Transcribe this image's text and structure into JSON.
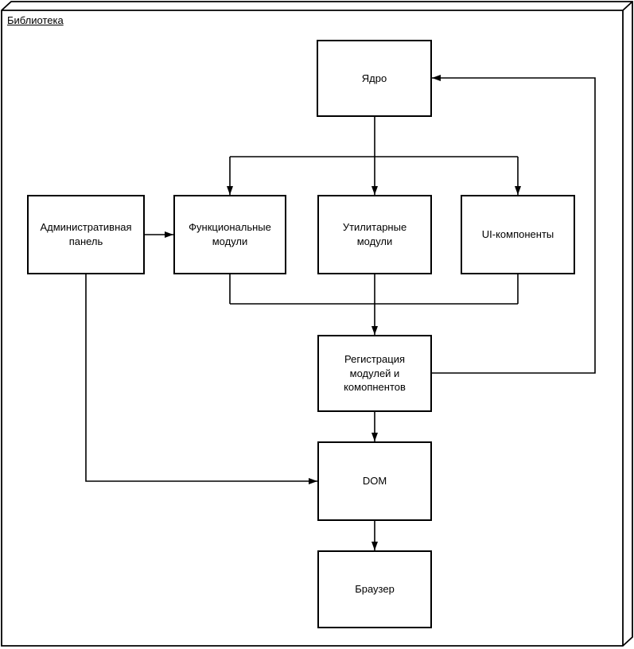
{
  "diagram": {
    "container_label": "Библиотека",
    "nodes": {
      "core": {
        "label": "Ядро"
      },
      "admin_panel": {
        "label": "Административная панель"
      },
      "functional_modules": {
        "label": "Функциональные модули"
      },
      "utility_modules": {
        "label": "Утилитарные модули"
      },
      "ui_components": {
        "label": "UI-компоненты"
      },
      "registration": {
        "label": "Регистрация модулей и комопнентов"
      },
      "dom": {
        "label": "DOM"
      },
      "browser": {
        "label": "Браузер"
      }
    },
    "edges": [
      {
        "from": "core",
        "to": "functional_modules"
      },
      {
        "from": "core",
        "to": "utility_modules"
      },
      {
        "from": "core",
        "to": "ui_components"
      },
      {
        "from": "admin_panel",
        "to": "functional_modules"
      },
      {
        "from": "functional_modules",
        "to": "registration"
      },
      {
        "from": "utility_modules",
        "to": "registration"
      },
      {
        "from": "ui_components",
        "to": "registration"
      },
      {
        "from": "registration",
        "to": "core"
      },
      {
        "from": "registration",
        "to": "dom"
      },
      {
        "from": "admin_panel",
        "to": "dom"
      },
      {
        "from": "dom",
        "to": "browser"
      }
    ],
    "colors": {
      "stroke": "#000000",
      "node_fill": "#ffffff",
      "background": "#ffffff"
    }
  }
}
